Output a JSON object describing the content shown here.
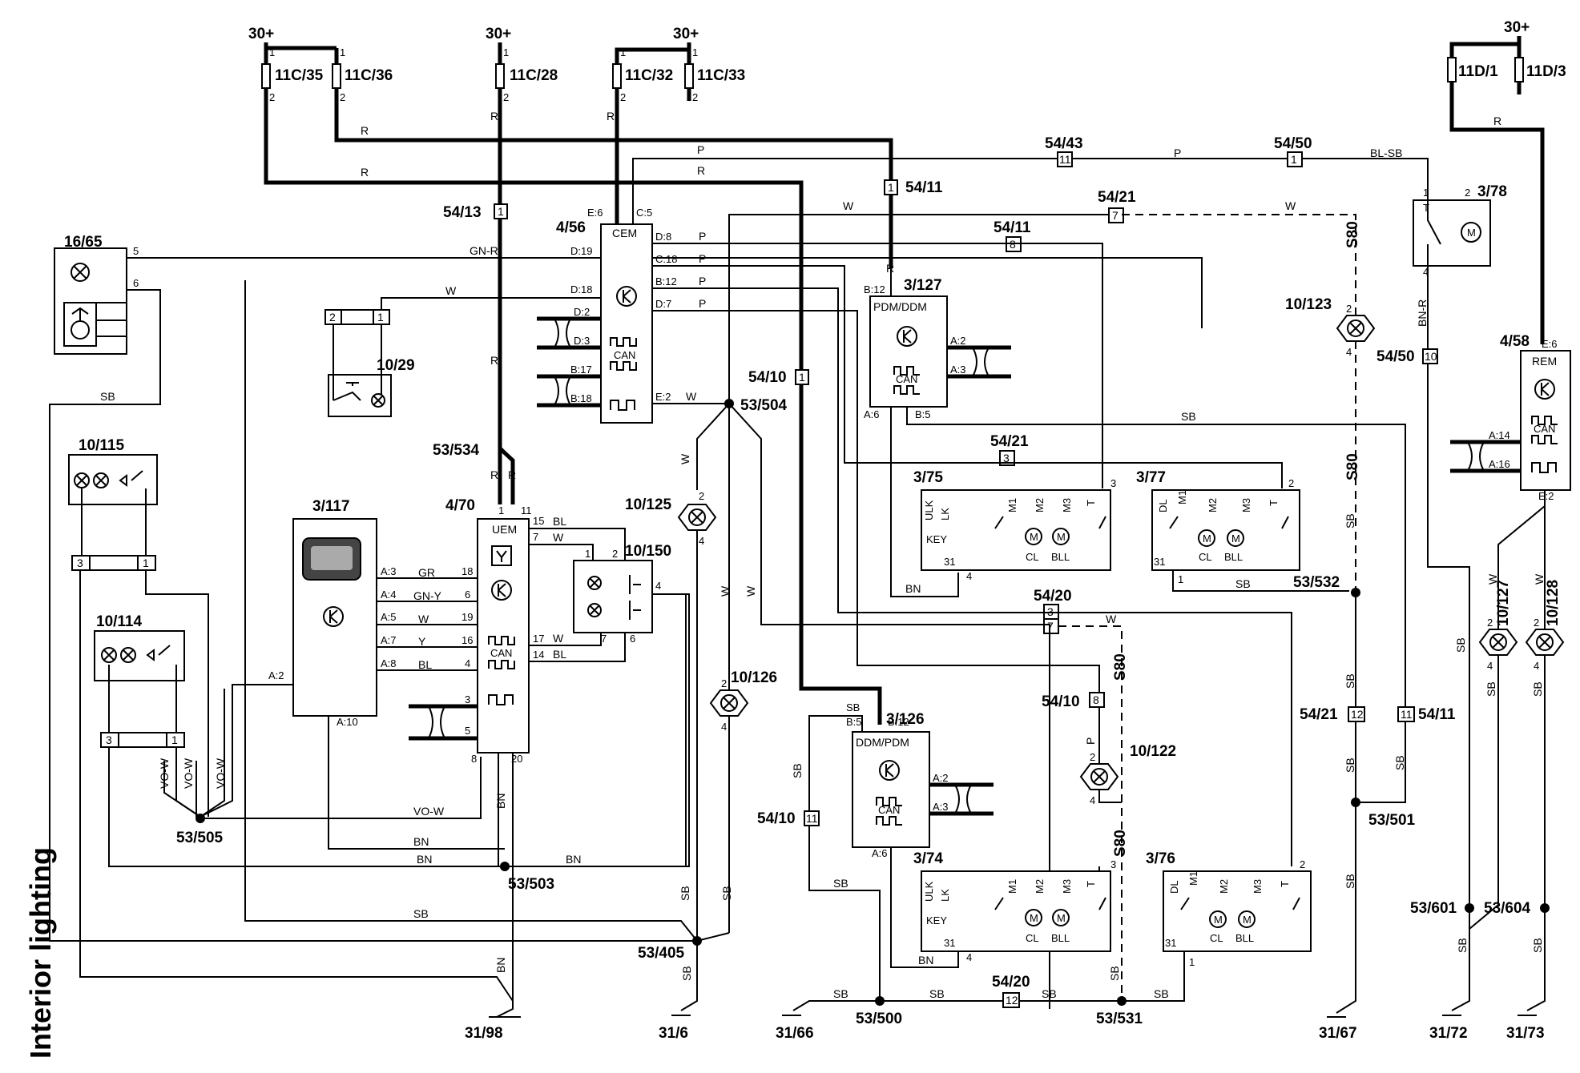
{
  "page": {
    "title": "Interior lighting"
  },
  "power_labels": [
    "30+",
    "30+",
    "30+",
    "30+"
  ],
  "fuses": [
    "11C/35",
    "11C/36",
    "11C/28",
    "11C/32",
    "11C/33",
    "11D/1",
    "11D/3"
  ],
  "grounds": [
    "31/98",
    "31/6",
    "31/66",
    "31/67",
    "31/72",
    "31/73"
  ],
  "splices": [
    "53/534",
    "53/504",
    "53/505",
    "53/503",
    "53/405",
    "53/500",
    "53/531",
    "53/532",
    "53/501",
    "53/601",
    "53/604"
  ],
  "connectors": [
    "54/13",
    "54/11",
    "54/43",
    "54/50",
    "54/21",
    "54/10",
    "54/20"
  ],
  "components": {
    "c16_65": "16/65",
    "c10_29": "10/29",
    "c10_115": "10/115",
    "c10_114": "10/114",
    "c3_117": "3/117",
    "c4_70": "4/70",
    "c4_56": "4/56",
    "c10_150": "10/150",
    "c10_125": "10/125",
    "c10_126": "10/126",
    "c3_127": "3/127",
    "c3_126": "3/126",
    "c3_75": "3/75",
    "c3_77": "3/77",
    "c3_74": "3/74",
    "c3_76": "3/76",
    "c10_123": "10/123",
    "c10_122": "10/122",
    "c3_78": "3/78",
    "c4_58": "4/58",
    "c10_127": "10/127",
    "c10_128": "10/128"
  },
  "modules": {
    "cem": "CEM",
    "uem": "UEM",
    "pdm_ddm": "PDM/DDM",
    "ddm_pdm": "DDM/PDM",
    "rem": "REM",
    "can": "CAN"
  },
  "switch_labels": [
    "ULK",
    "LK",
    "M1",
    "M2",
    "M3",
    "T",
    "KEY",
    "CL",
    "BLL",
    "DL"
  ],
  "variant_label": "S80",
  "wire_colors": [
    "R",
    "P",
    "W",
    "SB",
    "BN",
    "GN-R",
    "BL-SB",
    "BN-R",
    "GR",
    "GN-Y",
    "Y",
    "BL",
    "VO-W"
  ]
}
